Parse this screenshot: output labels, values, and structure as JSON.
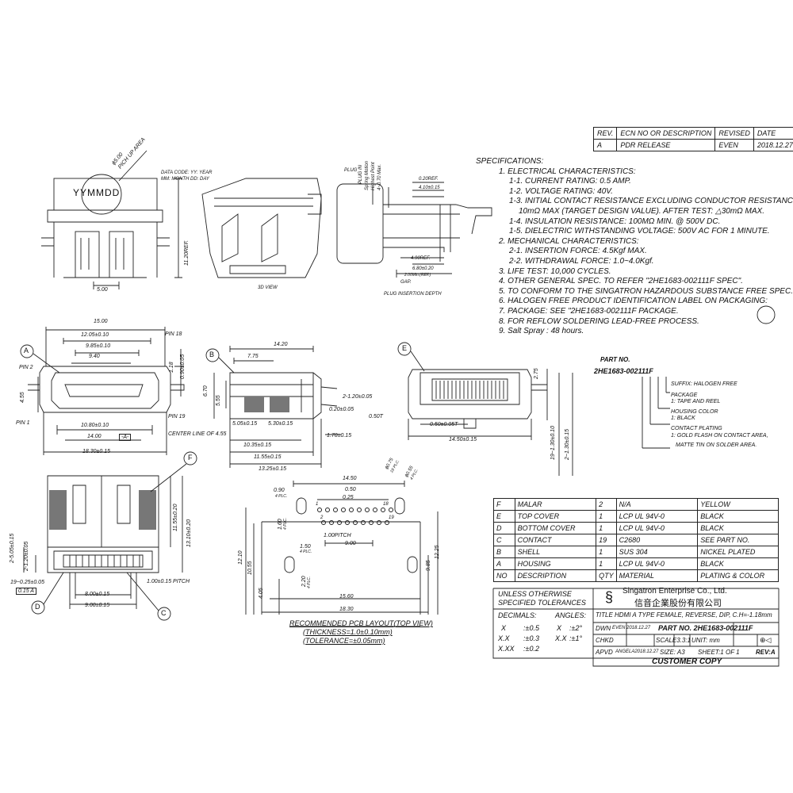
{
  "revision_table": {
    "headers": [
      "REV.",
      "ECN NO OR DESCRIPTION",
      "REVISED",
      "DATE"
    ],
    "row": [
      "A",
      "PDR RELEASE",
      "EVEN",
      "2018.12.27"
    ]
  },
  "specs": {
    "title": "SPECIFICATIONS:",
    "lines": [
      {
        "indent": "l1",
        "text": "1. ELECTRICAL CHARACTERISTICS:"
      },
      {
        "indent": "l2",
        "text": "1-1. CURRENT RATING: 0.5 AMP."
      },
      {
        "indent": "l2",
        "text": "1-2. VOLTAGE RATING: 40V."
      },
      {
        "indent": "l2",
        "text": "1-3. INITIAL CONTACT RESISTANCE EXCLUDING CONDUCTOR RESISTANCE:"
      },
      {
        "indent": "l3",
        "text": "10mΩ MAX (TARGET DESIGN VALUE). AFTER TEST: △30mΩ MAX."
      },
      {
        "indent": "l2",
        "text": "1-4. INSULATION RESISTANCE: 100MΩ MIN. @ 500V DC."
      },
      {
        "indent": "l2",
        "text": "1-5. DIELECTRIC WITHSTANDING VOLTAGE: 500V AC FOR 1 MINUTE."
      },
      {
        "indent": "l1",
        "text": "2. MECHANICAL CHARACTERISTICS:"
      },
      {
        "indent": "l2",
        "text": "2-1. INSERTION FORCE: 4.5Kgf MAX."
      },
      {
        "indent": "l2",
        "text": "2-2. WITHDRAWAL FORCE: 1.0~4.0Kgf."
      },
      {
        "indent": "l1",
        "text": "3. LIFE TEST: 10,000 CYCLES."
      },
      {
        "indent": "l1",
        "text": "4. OTHER GENERAL SPEC. TO REFER \"2HE1683-002111F SPEC\"."
      },
      {
        "indent": "l1",
        "text": "5. TO CONFORM TO THE SINGATRON HAZARDOUS SUBSTANCE FREE SPEC."
      },
      {
        "indent": "l1",
        "text": "6. HALOGEN FREE PRODUCT IDENTIFICATION LABEL ON PACKAGING:"
      },
      {
        "indent": "l1",
        "text": "7. PACKAGE: SEE \"2HE1683-002111F PACKAGE."
      },
      {
        "indent": "l1",
        "text": "8. FOR REFLOW SOLDERING LEAD-FREE PROCESS."
      },
      {
        "indent": "l1",
        "text": "9. Salt Spray : 48 hours."
      }
    ]
  },
  "part_no_callout": {
    "title": "PART NO.",
    "number": "2HE1683-002111F",
    "suffix": "SUFFIX: HALOGEN FREE",
    "package": "PACKAGE",
    "package_v": "1: TAPE AND REEL",
    "housing": "HOUSING COLOR",
    "housing_v": "1: BLACK",
    "plating": "CONTACT PLATING",
    "plating_v1": "1: GOLD FLASH ON CONTACT AREA,",
    "plating_v2": "MATTE TIN ON SOLDER AREA."
  },
  "bom": {
    "rows": [
      [
        "F",
        "MALAR",
        "2",
        "N/A",
        "YELLOW"
      ],
      [
        "E",
        "TOP COVER",
        "1",
        "LCP UL 94V-0",
        "BLACK"
      ],
      [
        "D",
        "BOTTOM COVER",
        "1",
        "LCP UL 94V-0",
        "BLACK"
      ],
      [
        "C",
        "CONTACT",
        "19",
        "C2680",
        "SEE PART NO."
      ],
      [
        "B",
        "SHELL",
        "1",
        "SUS 304",
        "NICKEL PLATED"
      ],
      [
        "A",
        "HOUSING",
        "1",
        "LCP UL 94V-0",
        "BLACK"
      ],
      [
        "NO",
        "DESCRIPTION",
        "QTY",
        "MATERIAL",
        "PLATING & COLOR"
      ]
    ]
  },
  "title_block": {
    "unless1": "UNLESS OTHERWISE",
    "unless2": "SPECIFIED TOLERANCES",
    "company_en": "Singatron Enterprise Co., Ltd.",
    "company_zh": "信音企業股份有限公司",
    "decimals": "DECIMALS:",
    "angles": "ANGLES:",
    "tol_x": "X",
    "tol_x_v": ":±0.5",
    "tol_xx": "X.X",
    "tol_xx_v": ":±0.3",
    "tol_xxx": "X.XX",
    "tol_xxx_v": ":±0.2",
    "ang_x": "X",
    "ang_x_v": ":±2°",
    "ang_xx": "X.X",
    "ang_xx_v": ":±1°",
    "title": "TITLE  HDMI A TYPE FEMALE, REVERSE, DIP, C.H=-1.18mm",
    "dwn": "DWN",
    "dwn_v": "EVEN 2018.12.27",
    "part_no": "PART NO. 2HE1683-002111F",
    "chkd": "CHKD",
    "scale": "SCALE3.3:1",
    "unit": "UNIT:  mm",
    "apvd": "APVD",
    "apvd_v": "ANGELA2018.12.27",
    "size": "SIZE: A3",
    "sheet": "SHEET:1 OF 1",
    "rev": "REV:A",
    "customer_copy": "CUSTOMER COPY"
  },
  "labels": {
    "data_code": "DATA CODE: YY: YEAR",
    "data_code2": "MM: MONTH DD: DAY",
    "yymmdd": "YYMMDD",
    "pick_up": "PICH UP AREA",
    "phi500": "ϕ5.00",
    "view3d": "3D VIEW",
    "d1120": "11.20REF.",
    "d500": "5.00",
    "plug": "PLUG",
    "plug_in1": "PLUG IN",
    "plug_in2": "Spring Motion",
    "plug_in3": "Highest Point",
    "plug_in4": "4~0.70 Max.",
    "plug_depth": "PLUG INSERTION DEPTH",
    "d020": "0.20REF.",
    "d410": "4.10±0.15",
    "d490": "4.90REF.",
    "d680": "6.80±0.20",
    "d200": "2.00Min.(REF.)",
    "gap": "GAP.",
    "pin18": "PIN 18",
    "pin2": "PIN 2",
    "pin1": "PIN 1",
    "pin19": "PIN 19",
    "center": "CENTER LINE OF 4.55",
    "d1500": "15.00",
    "d1205": "12.05±0.10",
    "d985": "9.85±0.10",
    "d940": "9.40",
    "d118": "1.18",
    "d005": "0.90±0.05",
    "d455": "4.55",
    "d1080": "10.80±0.10",
    "d1400": "14.00",
    "datA": "-A-",
    "d1830": "18.30±0.15",
    "d1420": "14.20",
    "d775": "7.75",
    "d670": "6.70",
    "d555": "5.55",
    "d505": "5.05±0.15",
    "d530": "5.30±0.15",
    "d1035": "10.35±0.15",
    "d1155": "11.55±0.15",
    "d1325": "13.25±0.15",
    "d2120": "2-1.20±0.05",
    "d020b": "0.20±0.05",
    "d050t": "0.50T",
    "d170": "1.70±0.15",
    "d275": "2.75",
    "d050": "0.50±0.05T",
    "d1450": "14.50±0.15",
    "d19130": "19~1.30±0.10",
    "d2130": "2~1.30±0.15",
    "d2505": "2-5.05±0.15",
    "d2120b": "2-1.20±0.05",
    "d1155b": "11.55±0.20",
    "d1310": "13.10±0.20",
    "d19025": "19~0.25±0.05",
    "tol015": "0.15 A",
    "d800": "8.00±0.15",
    "d900": "9.00±0.15",
    "d100p": "1.00±0.15 PITCH",
    "pcb1450": "14.50",
    "pcb075": "ϕ0.75",
    "pcb075b": "19 PLC.",
    "pcb055": "ϕ0.55",
    "pcb055b": "4 PLC.",
    "pcb090": "0.90",
    "pcb090b": "4 PLC.",
    "pcb050": "0.50",
    "pcb025": "0.25",
    "pcb1": "1",
    "pcb2": "2",
    "pcb18": "18",
    "pcb19": "19",
    "pcb160": "1.60",
    "pcb160b": "4 PLC.",
    "pcb100": "1.00PITCH",
    "pcb900": "9.00",
    "pcb150": "1.50",
    "pcb150b": "4 PLC.",
    "pcb1210": "12.10",
    "pcb1055": "10.55",
    "pcb405": "4.05",
    "pcb220": "2.20",
    "pcb220b": "4 PLC.",
    "pcb985": "9.85",
    "pcb1225": "12.25",
    "pcb1560": "15.60",
    "pcb1830": "18.30",
    "pcb_title": "RECOMMENDED PCB LAYOUT(TOP VIEW)",
    "pcb_thick": "(THICKNESS=1.0±0.10mm)",
    "pcb_tol": "(TOLERANCE=±0.05mm)",
    "balloonA": "A",
    "balloonB": "B",
    "balloonC": "C",
    "balloonD": "D",
    "balloonE": "E",
    "balloonF": "F"
  }
}
